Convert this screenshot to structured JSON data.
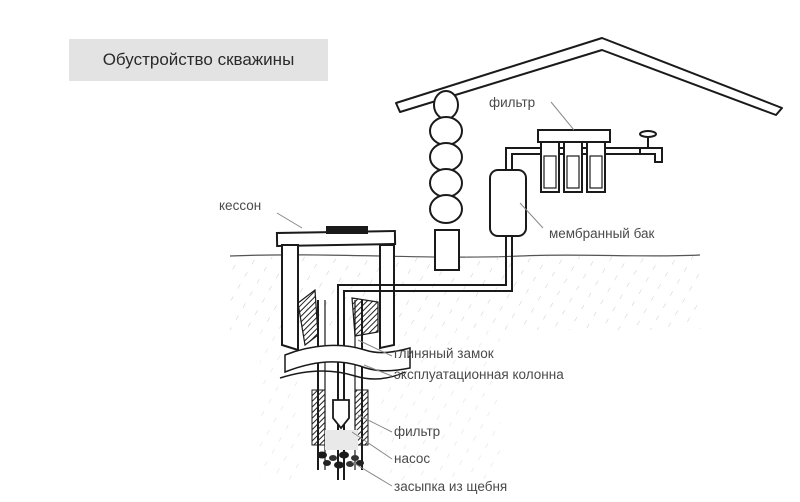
{
  "title": "Обустройство скважины",
  "labels": {
    "caisson": "кессон",
    "filter_top": "фильтр",
    "membrane_tank": "мембранный бак",
    "clay_lock": "глиняный замок",
    "casing": "эксплуатационная колонна",
    "filter_bottom": "фильтр",
    "pump": "насос",
    "gravel": "засыпка из щебня"
  },
  "colors": {
    "ink": "#1a1a1a",
    "label_text": "#4a4a4a",
    "leader_line": "#888888",
    "title_bg": "#e3e3e3",
    "soil_hatch": "#b5b5b5"
  },
  "icons": [
    "house-roof",
    "chimney-column",
    "water-filter-cartridges",
    "faucet",
    "membrane-tank",
    "caisson",
    "well-casing",
    "submersible-pump",
    "gravel"
  ]
}
